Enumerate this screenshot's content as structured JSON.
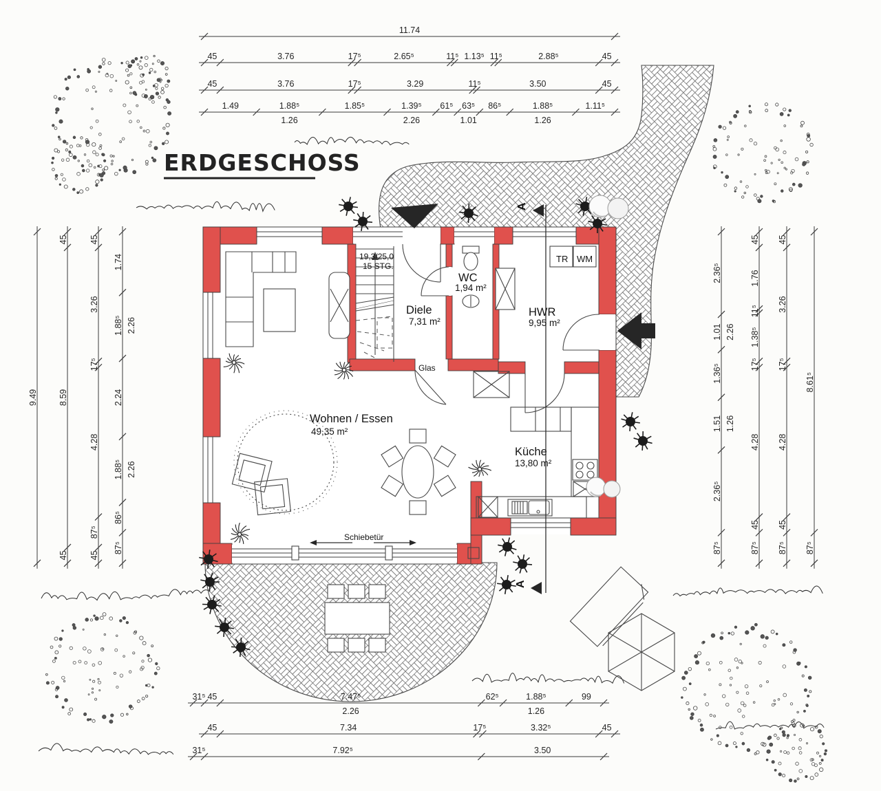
{
  "title": "ERDGESCHOSS",
  "rooms": [
    {
      "id": "wohnen",
      "name": "Wohnen / Essen",
      "area": "49,35 m²"
    },
    {
      "id": "diele",
      "name": "Diele",
      "area": "7,31 m²"
    },
    {
      "id": "wc",
      "name": "WC",
      "area": "1,94 m²"
    },
    {
      "id": "hwr",
      "name": "HWR",
      "area": "9,95 m²"
    },
    {
      "id": "kueche",
      "name": "Küche",
      "area": "13,80 m²"
    }
  ],
  "labels": {
    "stairs_line1": "19,3/25,0",
    "stairs_line2": "15 STG.",
    "glas": "Glas",
    "schiebetuer": "Schiebetür",
    "tr": "TR",
    "wm": "WM",
    "section": "A"
  },
  "dimensions": {
    "top": [
      {
        "values": [
          "11.74"
        ],
        "subs": []
      },
      {
        "values": [
          "45",
          "3.76",
          "17⁵",
          "2.65⁵",
          "11⁵",
          "1.13⁵",
          "11⁵",
          "2.88⁵",
          "45"
        ],
        "subs": []
      },
      {
        "values": [
          "45",
          "3.76",
          "17⁵",
          "3.29",
          "11⁵",
          "3.50",
          "45"
        ],
        "subs": []
      },
      {
        "values": [
          "1.49",
          "1.88⁵",
          "1.85⁵",
          "1.39⁵",
          "61⁵",
          "63⁵",
          "86⁵",
          "1.88⁵",
          "1.11⁵"
        ],
        "subs": [
          {
            "i": 1,
            "t": "1.26"
          },
          {
            "i": 3,
            "t": "2.26"
          },
          {
            "i": 5,
            "t": "1.01"
          },
          {
            "i": 7,
            "t": "1.26"
          }
        ]
      }
    ],
    "bottom": [
      {
        "values": [
          "31⁵",
          "45",
          "7.47⁵",
          "62⁵",
          "1.88⁵",
          "99"
        ],
        "subs": [
          {
            "i": 2,
            "t": "2.26"
          },
          {
            "i": 4,
            "t": "1.26"
          }
        ]
      },
      {
        "values": [
          "45",
          "7.34",
          "17⁵",
          "3.32⁵",
          "45"
        ],
        "subs": []
      },
      {
        "values": [
          "31⁵",
          "7.92⁵",
          "3.50"
        ],
        "subs": []
      }
    ],
    "left": [
      {
        "values": [
          "9.49"
        ],
        "subs": []
      },
      {
        "values": [
          "45",
          "8.59",
          "45"
        ],
        "subs": []
      },
      {
        "values": [
          "45",
          "3.26",
          "17⁵",
          "4.28",
          "87⁵",
          "45"
        ],
        "subs": []
      },
      {
        "values": [
          "1.74",
          "1.88⁵",
          "2.24",
          "1.88⁵",
          "86⁵",
          "87⁵"
        ],
        "subs": [
          {
            "i": 1,
            "t": "2.26"
          },
          {
            "i": 3,
            "t": "2.26"
          }
        ]
      }
    ],
    "right": [
      {
        "values": [
          "2.36⁵",
          "1.01",
          "1.36⁵",
          "1.51",
          "2.36⁵",
          "87⁵"
        ],
        "subs": [
          {
            "i": 1,
            "t": "2.26"
          },
          {
            "i": 3,
            "t": "1.26"
          }
        ]
      },
      {
        "values": [
          "45",
          "1.76",
          "11⁵",
          "1.38⁵",
          "17⁵",
          "4.28",
          "45",
          "87⁵"
        ],
        "subs": []
      },
      {
        "values": [
          "45",
          "3.26",
          "17⁵",
          "4.28",
          "45",
          "87⁵"
        ],
        "subs": []
      },
      {
        "values": [
          "8.61⁵",
          "87⁵"
        ],
        "subs": []
      }
    ]
  },
  "colors": {
    "wall": "#e0514d",
    "line": "#3f3f3f",
    "paving_line": "#6b6b6b",
    "dim_text": "#252525"
  }
}
